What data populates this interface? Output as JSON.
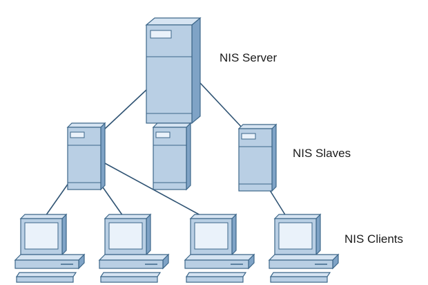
{
  "labels": {
    "server": "NIS Server",
    "slaves": "NIS Slaves",
    "clients": "NIS Clients"
  },
  "colors": {
    "face": "#b9cfe4",
    "side": "#7fa3c6",
    "top": "#d6e4f2",
    "stroke": "#3c6689",
    "screen": "#eaf2fa",
    "line": "#2f5373"
  },
  "icons": {
    "server": "server-tower-icon",
    "slave": "server-tower-icon",
    "client": "desktop-computer-icon"
  }
}
